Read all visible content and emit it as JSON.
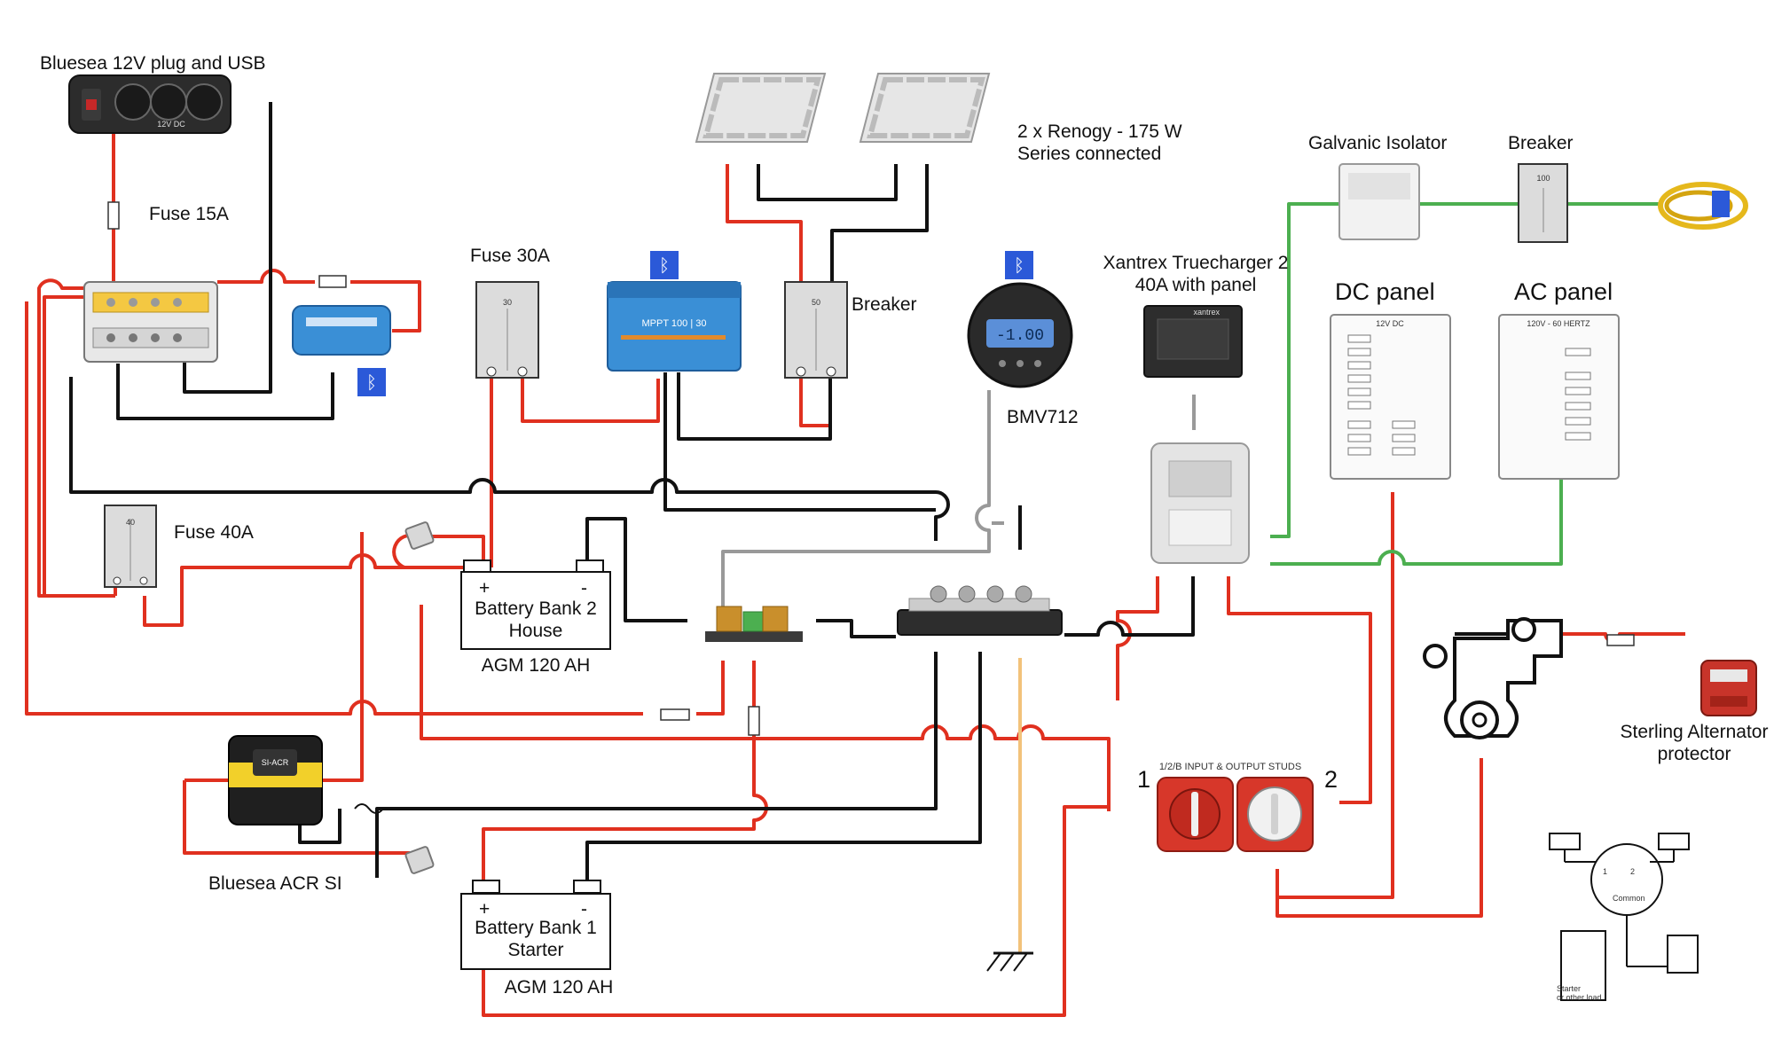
{
  "labels": {
    "usb_panel": "Bluesea 12V plug and USB",
    "fuse15": "Fuse 15A",
    "fuse30": "Fuse 30A",
    "fuse40": "Fuse 40A",
    "solar_line1": "2 x Renogy - 175 W",
    "solar_line2": "Series connected",
    "breaker_solar": "Breaker",
    "bmv": "BMV712",
    "xantrex_line1": "Xantrex Truecharger 2",
    "xantrex_line2": "40A with panel",
    "galvanic": "Galvanic Isolator",
    "breaker_ac": "Breaker",
    "dc_panel": "DC panel",
    "ac_panel": "AC panel",
    "acr": "Bluesea ACR SI",
    "sterling_line1": "Sterling Alternator",
    "sterling_line2": "protector",
    "switch_1": "1",
    "switch_2": "2",
    "switch_caption": "1/2/B INPUT & OUTPUT STUDS"
  },
  "battery_house": {
    "plus": "+",
    "minus": "-",
    "line1": "Battery Bank 2",
    "line2": "House",
    "caption": "AGM 120 AH"
  },
  "battery_starter": {
    "plus": "+",
    "minus": "-",
    "line1": "Battery Bank 1",
    "line2": "Starter",
    "caption": "AGM 120 AH"
  },
  "device_text": {
    "fuse40_val": "40",
    "fuse30_val": "30",
    "breaker50_val": "50",
    "breaker100_val": "100",
    "usb_dc": "12V DC",
    "mppt": "MPPT 100 | 30",
    "bmv_reading": "-1.00",
    "xantrex_brand": "xantrex",
    "acr_text": "SI-ACR",
    "dc_head": "12V DC",
    "ac_head": "120V - 60 HERTZ",
    "legend_common": "Common",
    "legend_1": "1",
    "legend_2": "2",
    "legend_starter_1": "Starter",
    "legend_starter_2": "or other load"
  },
  "bluetooth_badges": [
    "mppt",
    "bmv",
    "smart-relay"
  ],
  "colors": {
    "positive_wire": "#e0301f",
    "negative_wire": "#111111",
    "ac_ground_wire": "#4caf50",
    "data_wire": "#999999",
    "ground_rod_wire": "#f2c27a",
    "bluetooth_badge": "#2b59d8",
    "mppt_body": "#3a8fd6",
    "switch_red": "#d7372a"
  }
}
